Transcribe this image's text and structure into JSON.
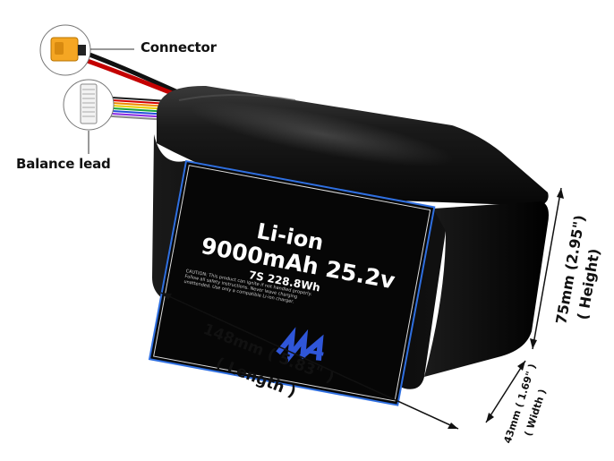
{
  "callouts": {
    "connector": "Connector",
    "balance_lead": "Balance lead"
  },
  "label": {
    "title": "Li-ion",
    "capacity_voltage": "9000mAh 25.2v",
    "config_energy": "7S 228.8Wh",
    "caution": "CAUTION: This product can ignite if not handled properly. Follow all safety instructions. Never leave charging unattended. Use only a compatible Li-ion charger."
  },
  "dimensions": {
    "length_1": "148mm ( 5.83\" )",
    "length_2": "( Length )",
    "height_1": "75mm (2.95\")",
    "height_2": "( Height)",
    "width_1": "43mm ( 1.69\" )",
    "width_2": "( Width )"
  },
  "colors": {
    "battery_body": "#0b0b0b",
    "label_border": "#2f6fe0",
    "logo": "#2f56d8",
    "connector": "#f5a623"
  }
}
